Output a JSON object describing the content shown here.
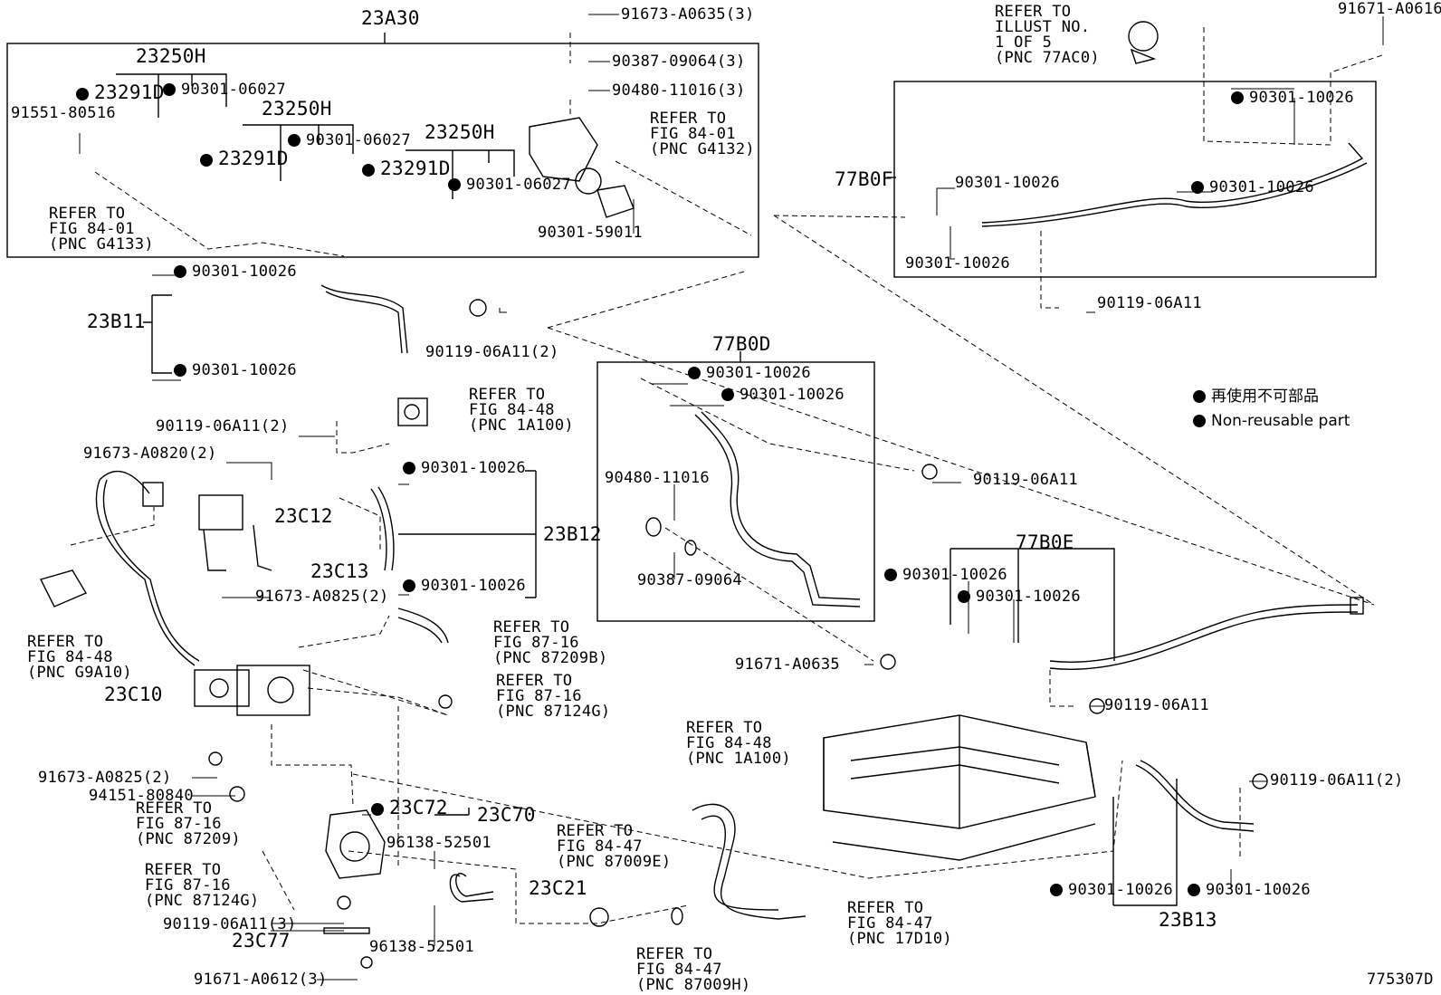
{
  "figure_number": "775307D",
  "groups": {
    "g23A30": "23A30",
    "g23250H_a": "23250H",
    "g23250H_b": "23250H",
    "g23250H_c": "23250H",
    "g77B0F": "77B0F",
    "g77B0D": "77B0D",
    "g77B0E": "77B0E",
    "g23B11": "23B11",
    "g23B12": "23B12",
    "g23B13": "23B13",
    "g23C10": "23C10",
    "g23C12": "23C12",
    "g23C13": "23C13",
    "g23C70": "23C70",
    "g23C21": "23C21",
    "g23C77": "23C77"
  },
  "parts": {
    "p1": "91673-A0635(3)",
    "p2": "90387-09064(3)",
    "p3": "90480-11016(3)",
    "p4": "23291D",
    "p5": "90301-06027",
    "p6": "91551-80516",
    "p7": "23291D",
    "p8": "90301-06027",
    "p9": "23291D",
    "p10": "90301-06027",
    "p11": "90301-59011",
    "p12": "91671-A0616",
    "p13": "90301-10026",
    "p14": "90301-10026",
    "p15": "90301-10026",
    "p16": "90301-10026",
    "p17": "90119-06A11",
    "p18": "90301-10026",
    "p19": "90119-06A11(2)",
    "p20": "90301-10026",
    "p21": "90119-06A11(2)",
    "p22": "91673-A0820(2)",
    "p23": "90301-10026",
    "p24": "91673-A0825(2)",
    "p25": "90301-10026",
    "p26": "90301-10026",
    "p27": "90301-10026",
    "p28": "90480-11016",
    "p29": "90387-09064",
    "p30": "90119-06A11",
    "p31": "91671-A0635",
    "p32": "90301-10026",
    "p33": "90301-10026",
    "p34": "90119-06A11",
    "p35": "90119-06A11(2)",
    "p36": "91673-A0825(2)",
    "p37": "94151-80840",
    "p38": "23C72",
    "p39": "96138-52501",
    "p40": "90119-06A11(3)",
    "p41": "96138-52501",
    "p42": "91671-A0612(3)",
    "p43": "90301-10026",
    "p44": "90301-10026"
  },
  "refs": {
    "r1": "REFER TO\nFIG 84-01\n(PNC G4132)",
    "r2": "REFER TO\nFIG 84-01\n(PNC G4133)",
    "r3": "REFER TO\nILLUST NO.\n1 OF 5\n(PNC 77AC0)",
    "r4": "REFER TO\nFIG 84-48\n(PNC 1A100)",
    "r5": "REFER TO\nFIG 84-48\n(PNC G9A10)",
    "r6": "REFER TO\nFIG 87-16\n(PNC 87209B)",
    "r7": "REFER TO\nFIG 87-16\n(PNC 87124G)",
    "r8": "REFER TO\nFIG 84-48\n(PNC 1A100)",
    "r9": "REFER TO\nFIG 87-16\n(PNC 87209)",
    "r10": "REFER TO\nFIG 87-16\n(PNC 87124G)",
    "r11": "REFER TO\nFIG 84-47\n(PNC 87009E)",
    "r12": "REFER TO\nFIG 84-47\n(PNC 87009H)",
    "r13": "REFER TO\nFIG 84-47\n(PNC 17D10)"
  },
  "legend": {
    "ja": "再使用不可部品",
    "en": "Non-reusable part"
  }
}
